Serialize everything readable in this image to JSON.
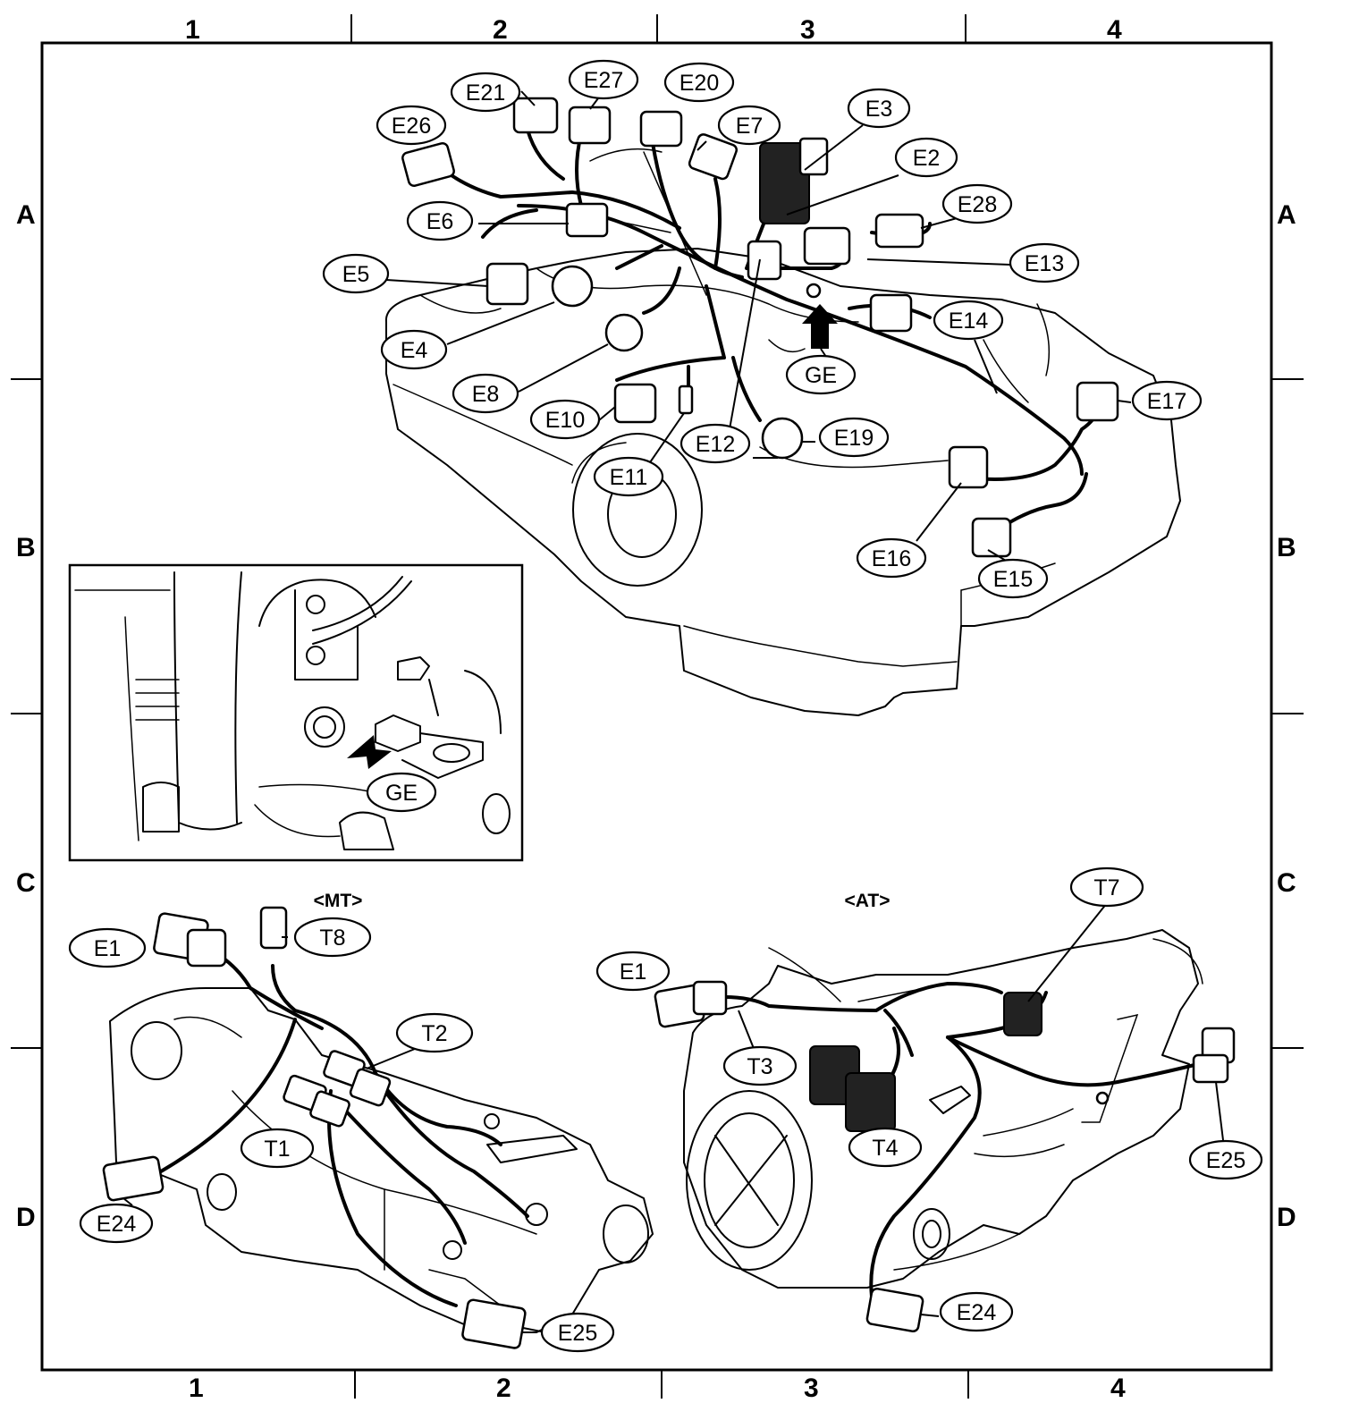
{
  "grid": {
    "columns": [
      "1",
      "2",
      "3",
      "4"
    ],
    "rows": [
      "A",
      "B",
      "C",
      "D"
    ]
  },
  "variants": {
    "mt": "<MT>",
    "at": "<AT>"
  },
  "labels": {
    "E21": "E21",
    "E27": "E27",
    "E20": "E20",
    "E26": "E26",
    "E7": "E7",
    "E3": "E3",
    "E2": "E2",
    "E28": "E28",
    "E6": "E6",
    "E13": "E13",
    "E5": "E5",
    "E14": "E14",
    "E4": "E4",
    "GE": "GE",
    "E8": "E8",
    "E17": "E17",
    "E10": "E10",
    "E12": "E12",
    "E19": "E19",
    "E11": "E11",
    "E16": "E16",
    "E15": "E15",
    "GE_inset": "GE",
    "E1_mt": "E1",
    "T8": "T8",
    "T2": "T2",
    "T1": "T1",
    "E24_mt": "E24",
    "E25_mt": "E25",
    "T7": "T7",
    "E1_at": "E1",
    "T3": "T3",
    "T4": "T4",
    "E25_at": "E25",
    "E24_at": "E24"
  }
}
